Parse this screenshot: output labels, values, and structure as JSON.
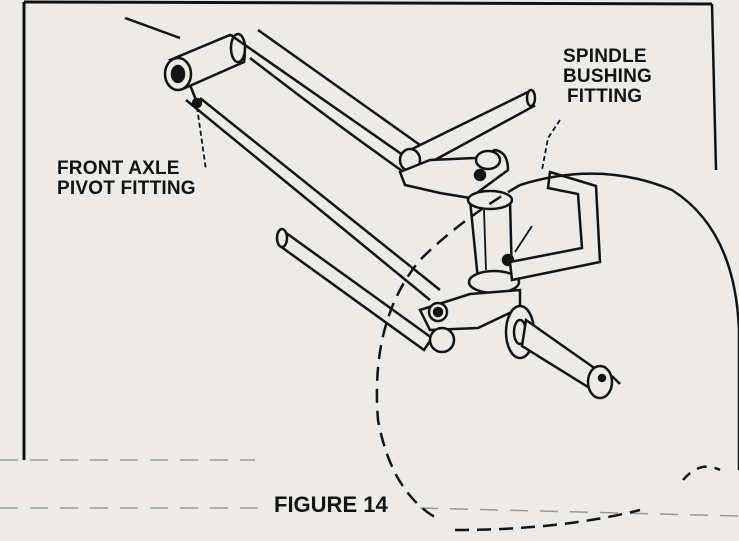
{
  "figure": {
    "caption": "FIGURE 14",
    "labels": {
      "front_axle_pivot": [
        "FRONT AXLE",
        "PIVOT FITTING"
      ],
      "spindle_bushing": [
        "SPINDLE",
        "BUSHING",
        "FITTING"
      ]
    }
  },
  "colors": {
    "paper": "#ecebe6",
    "ink": "#141414",
    "line_shading": "#c9c8c2"
  }
}
